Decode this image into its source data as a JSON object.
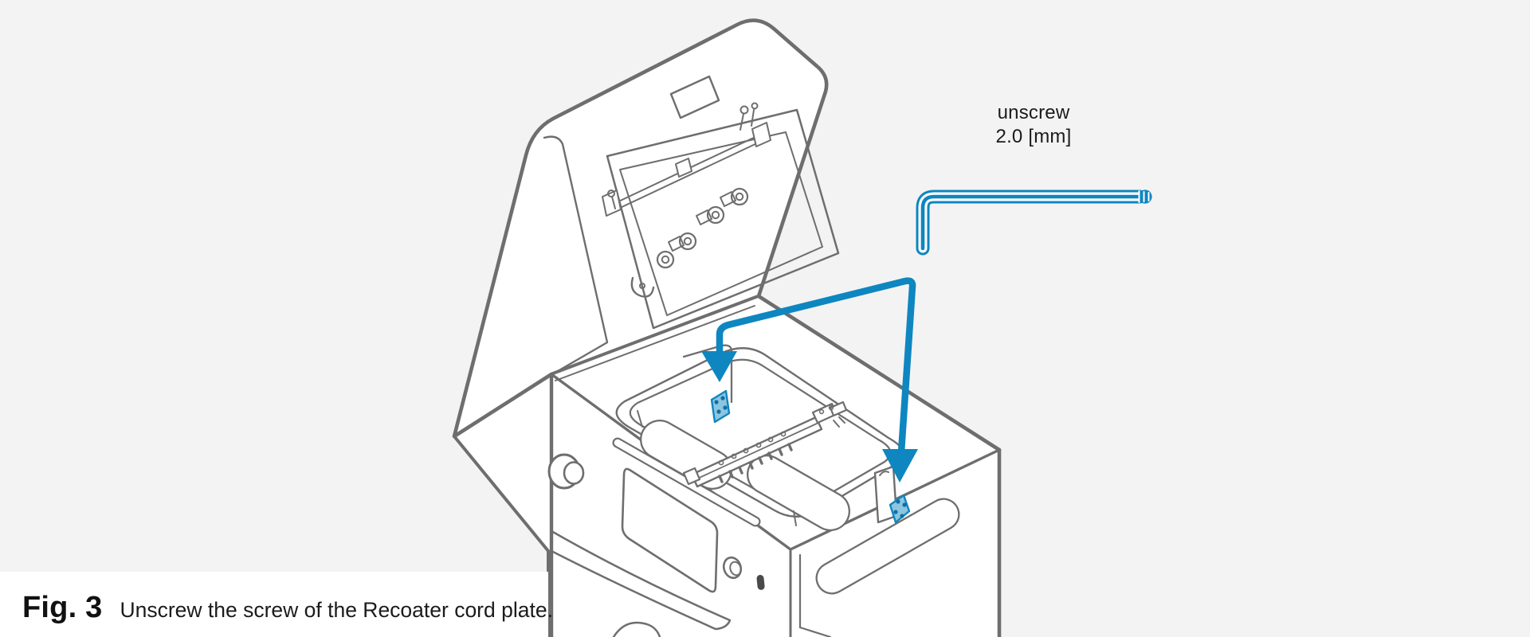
{
  "figure": {
    "label": "Fig. 3",
    "caption": "Unscrew the screw of the Recoater cord plate."
  },
  "tool_note": {
    "line1": "unscrew",
    "line2": "2.0 [mm]"
  },
  "colors": {
    "background": "#F3F3F4",
    "line_art": "#6E6E6E",
    "accent_blue": "#0E86C0",
    "plate_fill": "#8CC5DF",
    "plate_dot": "#0E6FA6",
    "caption_panel": "#FFFFFF",
    "text": "#1B1B1B"
  },
  "icons": {
    "hex_key": "hex-key-icon",
    "pointer_arrows": "down-arrow-icon",
    "highlight_plates": "cord-plate-icon"
  }
}
